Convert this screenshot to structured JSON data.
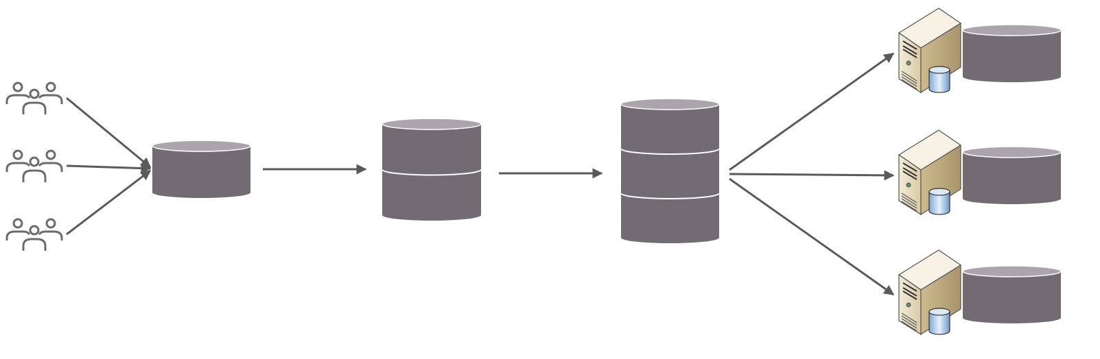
{
  "diagram": {
    "colors": {
      "cylinder_body": "#726b72",
      "cylinder_top": "#aaa5ab",
      "separator": "#ffffff",
      "arrow": "#5a5a5a",
      "users_icon": "#6b6b6b",
      "server_body": "#e9e0c8",
      "server_side": "#c9b88e",
      "server_db": "#a9cbe8"
    },
    "icons": [
      "users-icon",
      "database-server-icon"
    ],
    "nodes": [
      {
        "id": "users-1",
        "icon": "users-icon"
      },
      {
        "id": "users-2",
        "icon": "users-icon"
      },
      {
        "id": "users-3",
        "icon": "users-icon"
      },
      {
        "id": "storage-1",
        "segments": 1
      },
      {
        "id": "storage-2",
        "segments": 2
      },
      {
        "id": "storage-3",
        "segments": 3
      },
      {
        "id": "server-1",
        "icon": "database-server-icon",
        "segments": 1
      },
      {
        "id": "server-2",
        "icon": "database-server-icon",
        "segments": 1
      },
      {
        "id": "server-3",
        "icon": "database-server-icon",
        "segments": 1
      }
    ]
  }
}
